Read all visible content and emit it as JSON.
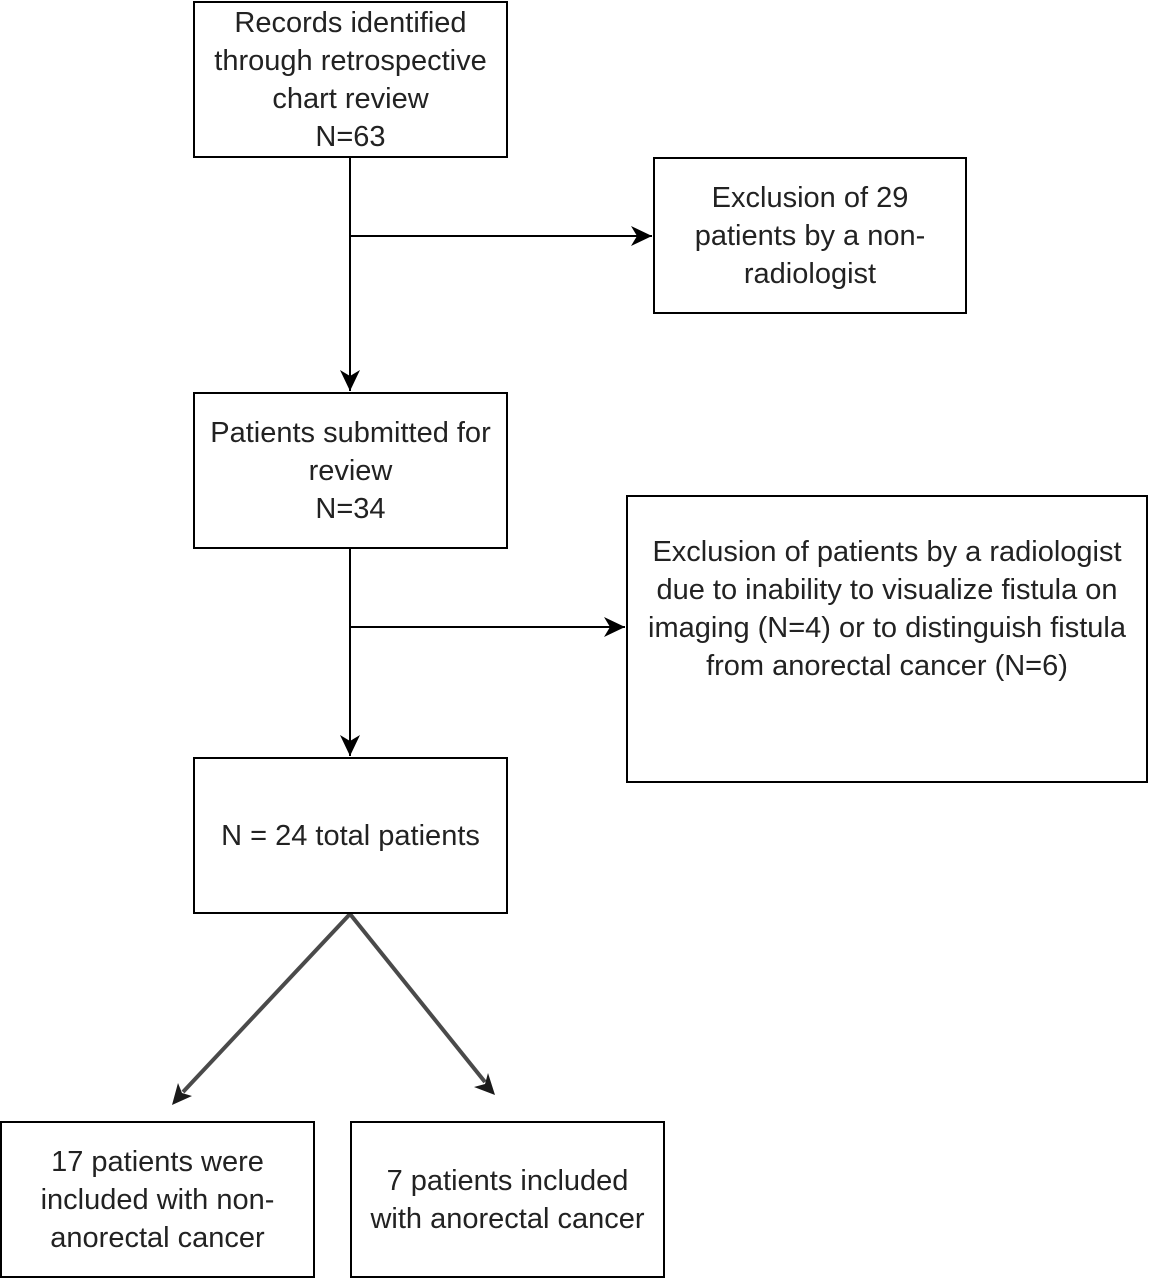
{
  "diagram": {
    "nodes": {
      "records_identified": "Records identified\nthrough retrospective\nchart review\nN=63",
      "exclusion_non_radiologist": "Exclusion of 29\npatients by a non-\nradiologist",
      "patients_submitted": "Patients submitted for\nreview\nN=34",
      "exclusion_radiologist": "Exclusion of patients by a radiologist\ndue to inability to visualize fistula on\nimaging (N=4) or to distinguish fistula\nfrom anorectal cancer (N=6)",
      "total_patients": "N = 24 total patients",
      "non_anorectal_group": "17 patients were\nincluded with non-\nanorectal cancer",
      "anorectal_group": "7 patients included\nwith anorectal cancer"
    },
    "edges": [
      {
        "from": "records_identified",
        "to": "patients_submitted"
      },
      {
        "from": "records_identified",
        "to": "exclusion_non_radiologist"
      },
      {
        "from": "patients_submitted",
        "to": "total_patients"
      },
      {
        "from": "patients_submitted",
        "to": "exclusion_radiologist"
      },
      {
        "from": "total_patients",
        "to": "non_anorectal_group"
      },
      {
        "from": "total_patients",
        "to": "anorectal_group"
      }
    ],
    "colors": {
      "line": "#000000",
      "split_line": "#4a4a4a",
      "text": "#222222"
    }
  }
}
